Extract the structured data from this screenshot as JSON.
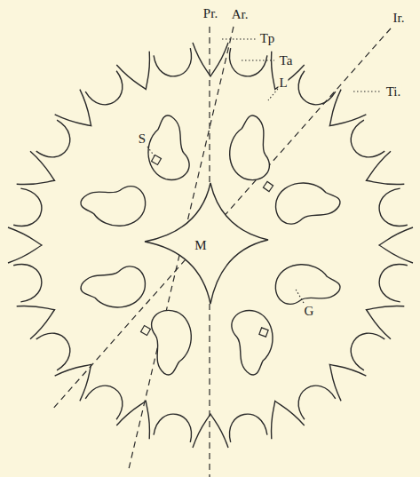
{
  "diagram": {
    "labels": [
      "Pr.",
      "Ar.",
      "Ir.",
      "Tp",
      "Ta",
      "L",
      "Ti.",
      "S",
      "M",
      "G"
    ]
  }
}
